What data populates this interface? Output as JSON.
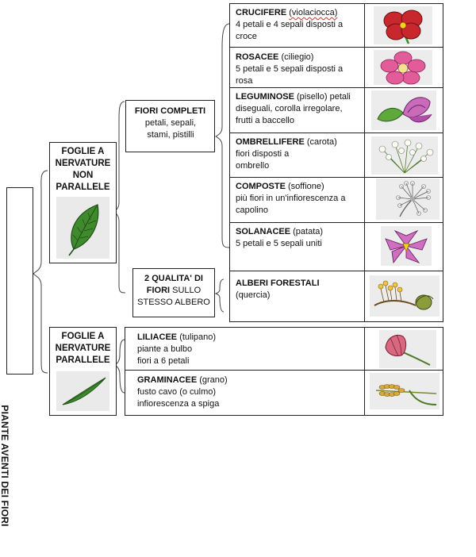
{
  "root": {
    "label": "PIANTE AVENTI DEI FIORI"
  },
  "groups": {
    "non_parallele": {
      "title": "FOGLIE A NERVATURE NON PARALLELE"
    },
    "parallele": {
      "title": "FOGLIE A NERVATURE PARALLELE"
    }
  },
  "subgroups": {
    "fiori_completi": {
      "title": "FIORI COMPLETI",
      "desc": "petali, sepali, stami, pistilli"
    },
    "qualita": {
      "title_a": "2 QUALITA' DI",
      "title_b": "FIORI",
      "desc_a": "SULLO",
      "desc_b": "STESSO ALBERO"
    }
  },
  "families": [
    {
      "name": "CRUCIFERE",
      "example": "(violaciocca)",
      "lines": [
        "4 petali e 4 sepali disposti a",
        "croce"
      ],
      "icon": "red-flower-icon"
    },
    {
      "name": "ROSACEE",
      "example": "(ciliegio)",
      "lines": [
        "5 petali e 5 sepali disposti a",
        "rosa"
      ],
      "icon": "pink-flower-icon"
    },
    {
      "name": "LEGUMINOSE",
      "example": "(pisello) petali",
      "lines": [
        "diseguali, corolla irregolare,",
        "frutti a baccello"
      ],
      "icon": "pea-flower-icon"
    },
    {
      "name": "OMBRELLIFERE",
      "example": "(carota)",
      "lines": [
        "fiori disposti a",
        "ombrello"
      ],
      "icon": "umbel-flower-icon"
    },
    {
      "name": "COMPOSTE",
      "example": "(soffione)",
      "lines": [
        "più fiori in un'infiorescenza a",
        "capolino"
      ],
      "icon": "dandelion-icon"
    },
    {
      "name": "SOLANACEE",
      "example": "(patata)",
      "lines": [
        "5 petali e 5 sepali uniti"
      ],
      "icon": "potato-flower-icon"
    },
    {
      "name": "ALBERI FORESTALI",
      "example": "",
      "lines": [
        "(quercia)"
      ],
      "icon": "oak-catkin-icon"
    },
    {
      "name": "LILIACEE",
      "example": "(tulipano)",
      "lines": [
        "piante a bulbo",
        "fiori a 6 petali"
      ],
      "icon": "tulip-icon"
    },
    {
      "name": "GRAMINACEE",
      "example": "(grano)",
      "lines": [
        "fusto cavo (o culmo)",
        "infiorescenza a spiga"
      ],
      "icon": "wheat-icon"
    }
  ],
  "colors": {
    "red_petal": "#c8282d",
    "pink_petal": "#e35c9a",
    "purple": "#b04ea8",
    "green_leaf": "#3f8a2c"
  }
}
